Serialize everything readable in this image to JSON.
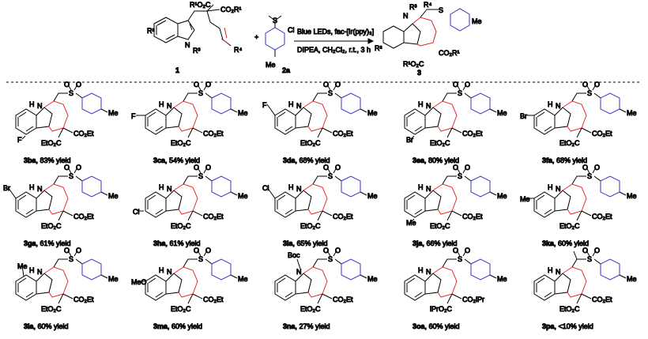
{
  "colors": {
    "ink": "#000000",
    "ring_highlight": "#ee2a2a",
    "sulfonyl_aryl": "#3333cc",
    "r4_label": "#e02020",
    "divider": "#000000"
  },
  "scheme": {
    "reactant1_id": "1",
    "reactant1_labels": [
      "R¹O₂C",
      "CO₂R¹",
      "R²",
      "N",
      "R³",
      "R⁴"
    ],
    "plus": "+",
    "reactant2_id": "2a",
    "reactant2_labels": [
      "S",
      "Cl",
      "Me"
    ],
    "condition_line1": "Blue LEDs, fac-[Ir(ppy)₃]",
    "condition_line2": "DIPEA, CH₂Cl₂, r.t., 3 h",
    "product_id": "3",
    "product_labels": [
      "R³",
      "N",
      "R⁴",
      "S",
      "Me",
      "R²",
      "CO₂R¹",
      "R¹O₂C"
    ]
  },
  "products": [
    {
      "id": "3ba",
      "yield": "83% yield",
      "sub": "F",
      "subpos": "c4"
    },
    {
      "id": "3ca",
      "yield": "54% yield",
      "sub": "F",
      "subpos": "c6"
    },
    {
      "id": "3da",
      "yield": "68% yield",
      "sub": "F",
      "subpos": "c7"
    },
    {
      "id": "3ea",
      "yield": "80% yield",
      "sub": "Br",
      "subpos": "c4"
    },
    {
      "id": "3fa",
      "yield": "68% yield",
      "sub": "Br",
      "subpos": "c6"
    },
    {
      "id": "3ga",
      "yield": "61% yield",
      "sub": "Br",
      "subpos": "c7"
    },
    {
      "id": "3ha",
      "yield": "61% yield",
      "sub": "Cl",
      "subpos": "c5"
    },
    {
      "id": "3ia",
      "yield": "65% yield",
      "sub": "Cl",
      "subpos": "c7"
    },
    {
      "id": "3ja",
      "yield": "66% yield",
      "sub": "Me",
      "subpos": "c4"
    },
    {
      "id": "3ka",
      "yield": "60% yield",
      "sub": "Me",
      "subpos": "c6"
    },
    {
      "id": "3la",
      "yield": "60% yield",
      "sub": "Me",
      "subpos": "c8"
    },
    {
      "id": "3ma",
      "yield": "60% yield",
      "sub": "MeO",
      "subpos": "c6"
    },
    {
      "id": "3na",
      "yield": "27% yield",
      "sub": "",
      "subpos": "none",
      "nsub": "Boc"
    },
    {
      "id": "3oa",
      "yield": "60% yield",
      "sub": "",
      "subpos": "none",
      "ester": "CO₂iPr",
      "ester2": "iPrO₂C"
    },
    {
      "id": "3pa",
      "yield": "<10% yield",
      "sub": "",
      "subpos": "none",
      "methyl_branch": true
    }
  ],
  "common_labels": {
    "nh": "H",
    "n": "N",
    "s": "S",
    "o": "O",
    "me": "Me",
    "ester": "CO₂Et",
    "ester2": "EtO₂C"
  }
}
